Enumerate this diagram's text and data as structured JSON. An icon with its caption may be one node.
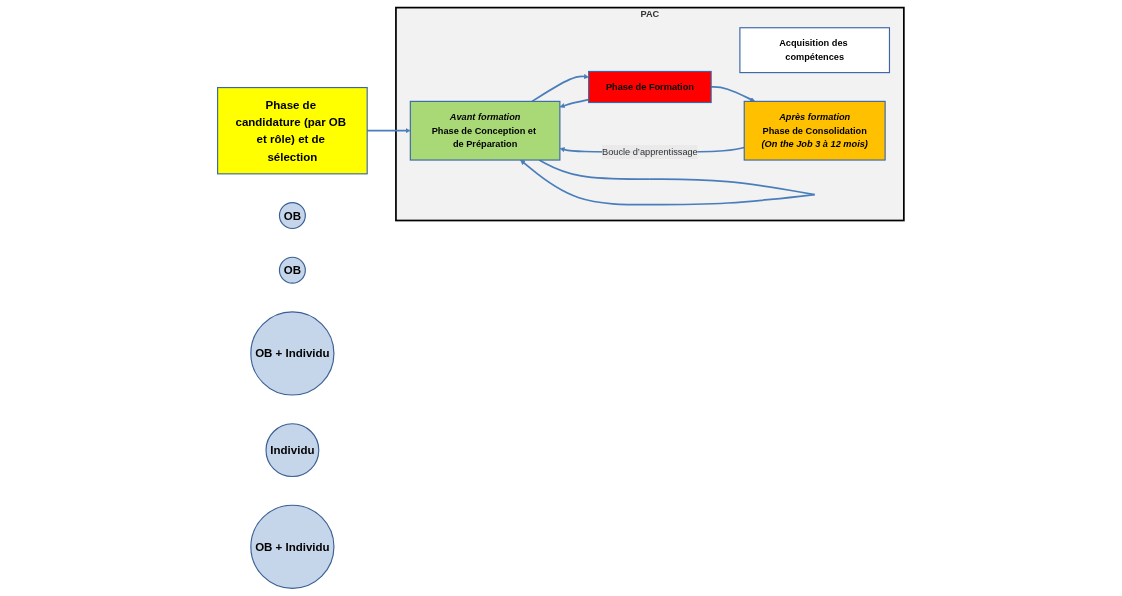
{
  "diagram": {
    "nodes": [
      {
        "text": [
          "Phase de candidature (par OB et rôle) et de sélection"
        ]
      },
      {
        "text": [
          "PAC"
        ]
      },
      {
        "text": [
          "Acquisition des compétences"
        ],
        "in": 1
      },
      {
        "text": [
          "Avant formation",
          "Phase de Conception et de Préparation"
        ],
        "in": 1
      },
      {
        "text": [
          "Phase de Formation"
        ],
        "in": 1
      },
      {
        "text": [
          "Après formation",
          "Phase de Consolidation",
          "(On the Job 3 à 12 mois)"
        ],
        "in": 1
      },
      {
        "text": [
          "OB"
        ]
      },
      {
        "text": [
          "OB"
        ]
      },
      {
        "text": [
          "OB + Individu"
        ]
      },
      {
        "text": [
          "Individu"
        ]
      },
      {
        "text": [
          "OB + Individu"
        ]
      }
    ],
    "edges": [
      {
        "from": 0,
        "to": 3,
        "arrow": "to"
      },
      {
        "from": 3,
        "to": 4,
        "arrow": "to"
      },
      {
        "from": 4,
        "to": 5,
        "arrow": "to"
      },
      {
        "from": 3,
        "to": 3,
        "arrow": "to"
      },
      {
        "from": 4,
        "to": 3,
        "arrow": "to"
      },
      {
        "from": 5,
        "to": 3,
        "arrow": "to",
        "label": "Boucle d’apprentissage"
      }
    ]
  }
}
